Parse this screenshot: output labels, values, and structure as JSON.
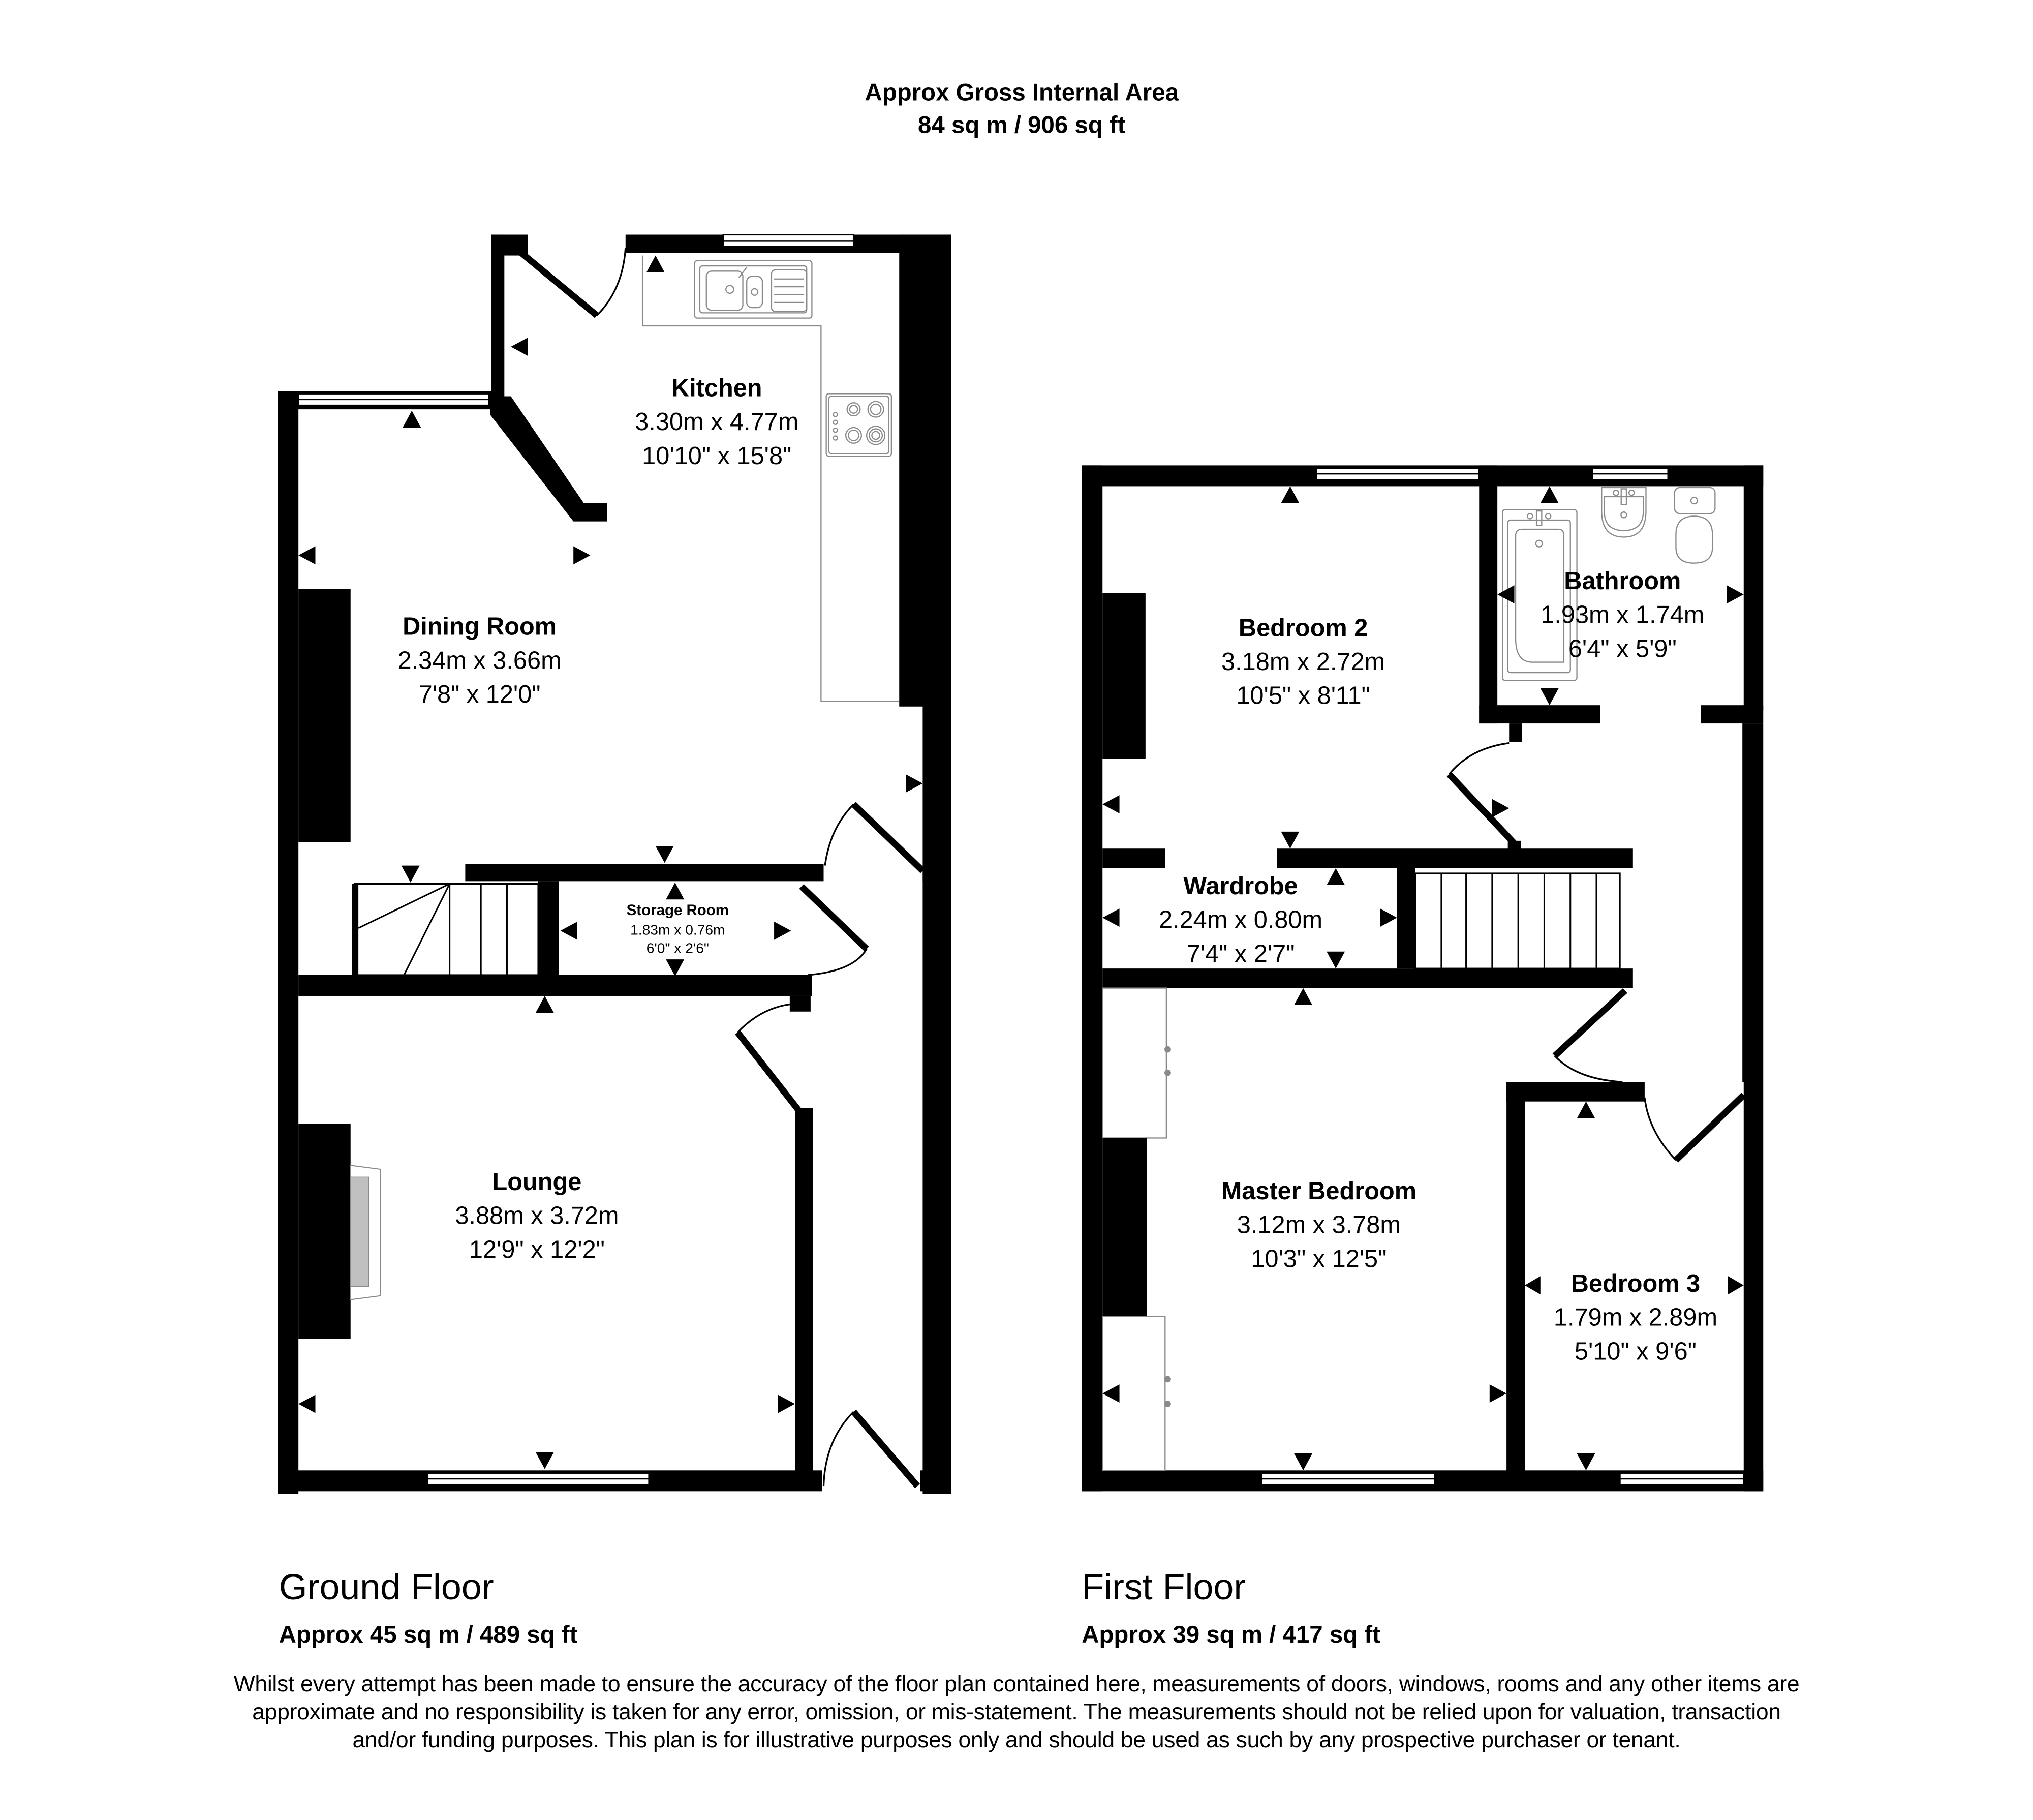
{
  "header": {
    "title_line1": "Approx Gross Internal Area",
    "title_line2": "84 sq m / 906 sq ft"
  },
  "floors": [
    {
      "name": "Ground Floor",
      "area": "Approx 45 sq m / 489 sq ft",
      "rooms": [
        {
          "name": "Kitchen",
          "metric": "3.30m x 4.77m",
          "imperial": "10'10\" x 15'8\""
        },
        {
          "name": "Dining Room",
          "metric": "2.34m x 3.66m",
          "imperial": "7'8\" x 12'0\""
        },
        {
          "name": "Storage Room",
          "metric": "1.83m x 0.76m",
          "imperial": "6'0\" x 2'6\""
        },
        {
          "name": "Lounge",
          "metric": "3.88m x 3.72m",
          "imperial": "12'9\" x 12'2\""
        }
      ]
    },
    {
      "name": "First Floor",
      "area": "Approx 39 sq m / 417 sq ft",
      "rooms": [
        {
          "name": "Bedroom 2",
          "metric": "3.18m x 2.72m",
          "imperial": "10'5\" x 8'11\""
        },
        {
          "name": "Bathroom",
          "metric": "1.93m x 1.74m",
          "imperial": "6'4\" x 5'9\""
        },
        {
          "name": "Wardrobe",
          "metric": "2.24m x 0.80m",
          "imperial": "7'4\" x 2'7\""
        },
        {
          "name": "Master Bedroom",
          "metric": "3.12m x 3.78m",
          "imperial": "10'3\" x 12'5\""
        },
        {
          "name": "Bedroom 3",
          "metric": "1.79m x 2.89m",
          "imperial": "5'10\" x 9'6\""
        }
      ]
    }
  ],
  "disclaimer": "Whilst every attempt has been made to ensure the accuracy of the floor plan contained here, measurements of doors, windows, rooms and any other items are approximate and no responsibility is taken for any error, omission, or mis-statement. The measurements should not be relied upon for valuation, transaction and/or funding purposes. This plan is for illustrative purposes only and should be used as such by any prospective purchaser or tenant.",
  "colors": {
    "wall": "#000000",
    "fixture_line": "#8a8a8a",
    "background": "#ffffff",
    "fireplace_hearth": "#c0c0c0"
  },
  "icons": [
    "dimension-arrow-icon",
    "sink-icon",
    "hob-icon",
    "bath-icon",
    "basin-icon",
    "toilet-icon",
    "fireplace-icon",
    "stairs-icon",
    "door-swing-icon",
    "window-icon"
  ]
}
